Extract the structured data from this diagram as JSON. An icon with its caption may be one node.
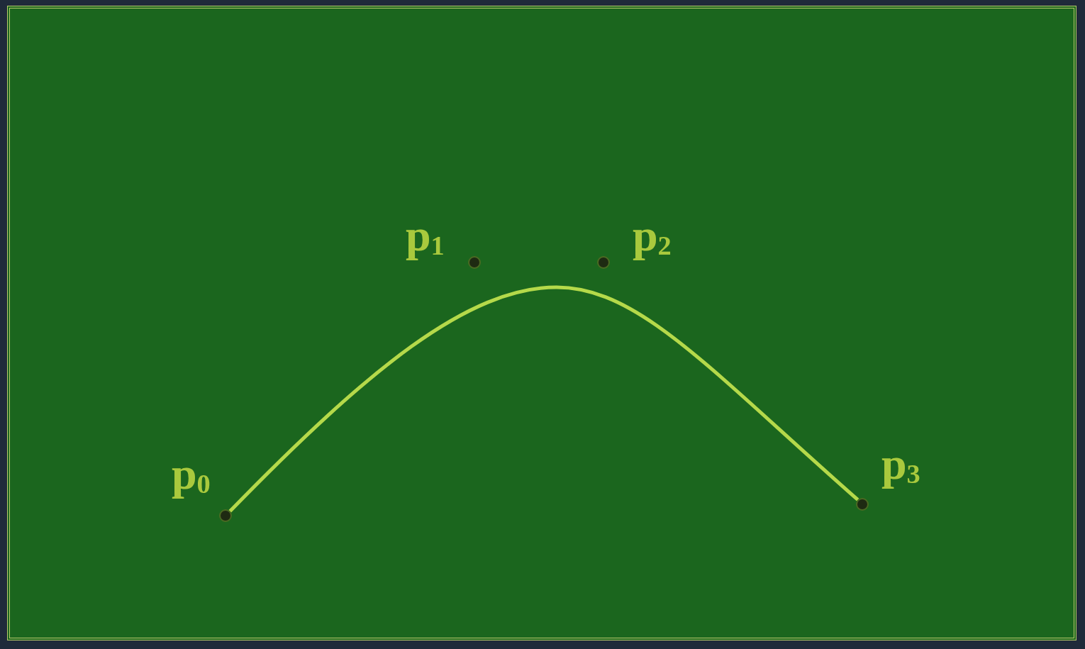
{
  "diagram": {
    "nodes": [
      {
        "text": [],
        "shape": "circle",
        "beside": [
          "p$_{0}$"
        ]
      },
      {
        "text": [],
        "shape": "circle",
        "beside": [
          "p$_{1}$"
        ]
      },
      {
        "text": [],
        "shape": "circle",
        "beside": [
          "p$_{2}$"
        ]
      },
      {
        "text": [],
        "shape": "circle",
        "beside": [
          "p$_{3}$"
        ]
      }
    ],
    "edges": [
      {
        "from": 0,
        "to": 3,
        "arrow": "none"
      }
    ]
  }
}
